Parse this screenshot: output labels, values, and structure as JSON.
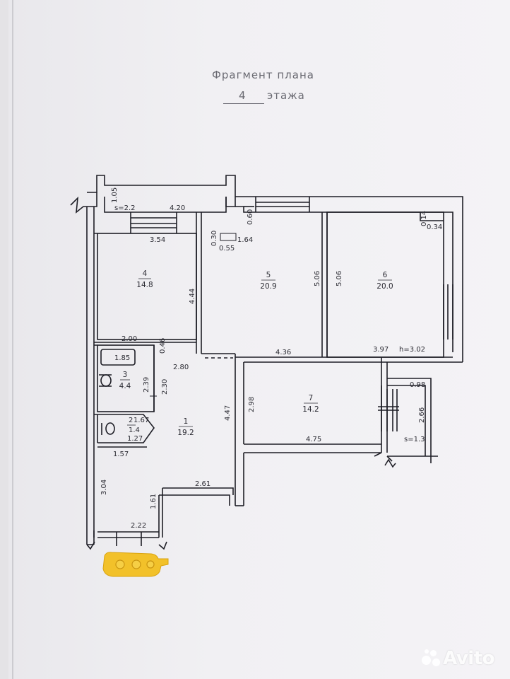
{
  "header": {
    "title": "Фрагмент плана",
    "floor": "4",
    "floor_word": "этажа"
  },
  "rooms": [
    {
      "no": "1",
      "area": "19.2"
    },
    {
      "no": "3",
      "area": "4.4"
    },
    {
      "no": "4",
      "area": "14.8"
    },
    {
      "no": "5",
      "area": "20.9"
    },
    {
      "no": "6",
      "area": "20.0"
    },
    {
      "no": "7",
      "area": "14.2"
    }
  ],
  "wc": {
    "no": "2",
    "area": "1.4"
  },
  "dims": {
    "balcony_h": "1.05",
    "balcony_s": "s=2.2",
    "balcony_w": "4.20",
    "r4_top": "3.54",
    "r4_side": "4.44",
    "r4_bottom": "2.00",
    "r4_046": "0.46",
    "r5_030": "0.30",
    "r5_055": "0.55",
    "r5_164": "1.64",
    "r5_060": "0.60",
    "r5_side": "5.06",
    "r5_bottom": "4.36",
    "r6_side": "5.06",
    "r6_014": "0.14",
    "r6_034": "0.34",
    "r6_bottom": "3.97",
    "height": "h=3.02",
    "bath_w": "1.85",
    "bath_239": "2.39",
    "hall_230": "2.30",
    "hall_280": "2.80",
    "wc_167": "1.67",
    "wc_127": "1.27",
    "hall_157": "1.57",
    "hall_447": "4.47",
    "r7_side": "2.98",
    "r7_bottom": "4.75",
    "loggia_w": "0.98",
    "loggia_h": "2.66",
    "loggia_s": "s=1.3",
    "hall_304": "3.04",
    "hall_261": "2.61",
    "hall_161": "1.61",
    "entry_w": "2.22"
  },
  "watermark": "Avito"
}
